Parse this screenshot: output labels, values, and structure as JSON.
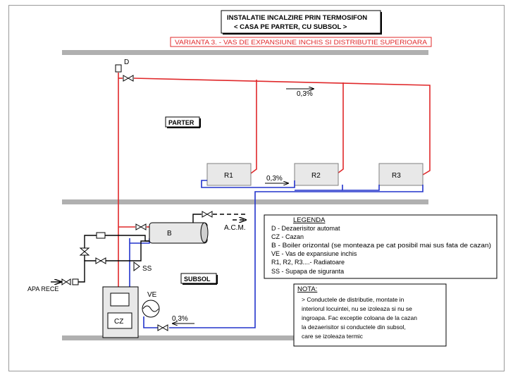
{
  "header": {
    "title_line1": "INSTALATIE INCALZIRE PRIN TERMOSIFON",
    "title_line2": "< CASA PE PARTER, CU SUBSOL >",
    "variant": "VARIANTA 3. - VAS DE EXPANSIUNE INCHIS SI DISTRIBUTIE SUPERIOARA"
  },
  "rooms": {
    "parter": "PARTER",
    "subsol": "SUBSOL"
  },
  "labels": {
    "deaerator": "D",
    "slope": "0,3%",
    "boiler": "B",
    "acm": "A.C.M.",
    "safety_valve": "SS",
    "expansion_vessel": "VE",
    "boiler_unit": "CZ",
    "cold_water": "APA RECE"
  },
  "radiators": [
    "R1",
    "R2",
    "R3"
  ],
  "legend": {
    "title": "LEGENDA",
    "items": [
      "D - Dezaerisitor automat",
      "CZ - Cazan",
      "B - Boiler orizontal (se monteaza pe cat posibil mai sus fata de cazan)",
      "VE   - Vas de expansiune inchis",
      "R1, R2, R3....- Radiatoare",
      "SS - Supapa de siguranta"
    ]
  },
  "note": {
    "title": "NOTA:",
    "lines": [
      "> Conductele de distributie, montate in",
      "interiorul locuintei, nu se izoleaza si nu se",
      "ingroapa. Fac exceptie coloana de la cazan",
      "la dezaerisitor si conductele din subsol,",
      "care se izoleaza termic"
    ]
  },
  "colors": {
    "supply": "#e0282a",
    "return": "#2233cc",
    "floor": "#b0b0b0"
  }
}
